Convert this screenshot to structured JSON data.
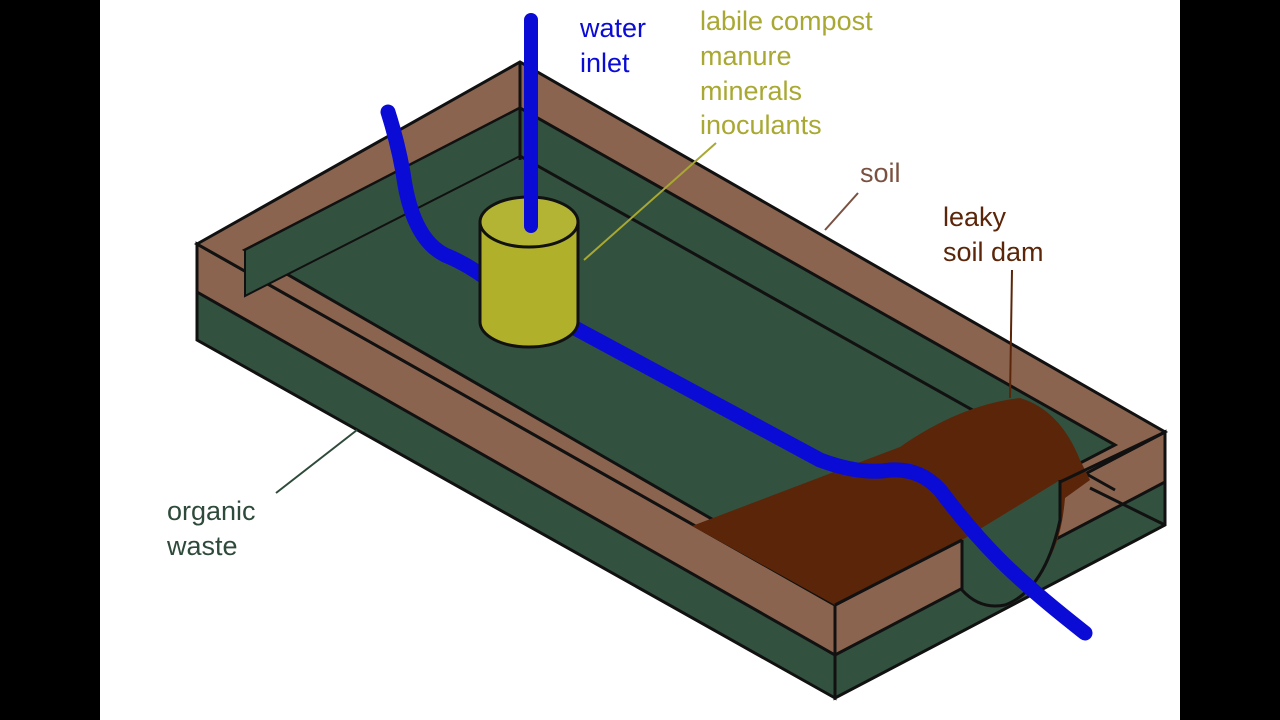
{
  "labels": {
    "water_inlet": [
      "water",
      "inlet"
    ],
    "additives": [
      "labile compost",
      "manure",
      "minerals",
      "inoculants"
    ],
    "soil": "soil",
    "leaky_dam": [
      "leaky",
      "soil dam"
    ],
    "organic_waste": [
      "organic",
      "waste"
    ]
  },
  "colors": {
    "background": "#ffffff",
    "letterbox": "#000000",
    "soil": "#8b6450",
    "organic_waste": "#33513f",
    "water": "#0b0bd6",
    "additive_container": "#b0b02a",
    "additive_text": "#a8a832",
    "dam": "#5a2508",
    "dam_text": "#5a2508",
    "soil_text": "#7a5040",
    "waste_text": "#2e4a3a",
    "outline": "#111111"
  }
}
